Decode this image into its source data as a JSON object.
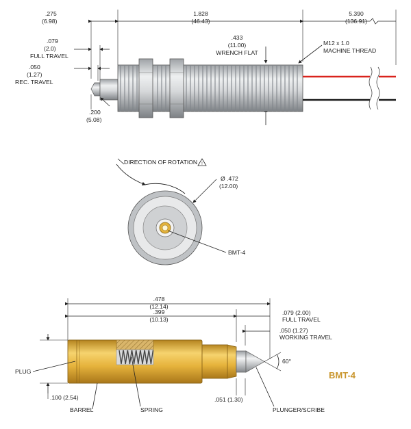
{
  "top_view": {
    "dim_275": ".275",
    "dim_275_mm": "(6.98)",
    "dim_1828": "1.828",
    "dim_1828_mm": "(46.43)",
    "dim_5390": "5.390",
    "dim_5390_mm": "(136.91)",
    "dim_079": ".079",
    "dim_079_mm": "(2.0)",
    "full_travel": "FULL TRAVEL",
    "dim_050": ".050",
    "dim_050_mm": "(1.27)",
    "rec_travel": "REC. TRAVEL",
    "dim_433": ".433",
    "dim_433_mm": "(11.00)",
    "wrench_flat": "WRENCH FLAT",
    "thread": "M12 x 1.0",
    "machine_thread": "MACHINE THREAD",
    "dim_200": ".200",
    "dim_200_mm": "(5.08)"
  },
  "end_view": {
    "direction": "DIRECTION OF ROTATION",
    "warning_glyph": "!",
    "diameter": "Ø .472",
    "diameter_mm": "(12.00)",
    "label": "BMT-4"
  },
  "bottom_view": {
    "dim_478": ".478",
    "dim_478_mm": "(12.14)",
    "dim_399": ".399",
    "dim_399_mm": "(10.13)",
    "full_travel": ".079 (2.00)",
    "full_travel_label": "FULL TRAVEL",
    "working_travel": ".050 (1.27)",
    "working_travel_label": "WORKING TRAVEL",
    "angle": "60°",
    "title": "BMT-4",
    "plug": "PLUG",
    "dim_100": ".100 (2.54)",
    "barrel": "BARREL",
    "spring": "SPRING",
    "dim_051": ".051 (1.30)",
    "plunger": "PLUNGER/SCRIBE"
  },
  "colors": {
    "red_wire": "#d9231c",
    "black_wire": "#1a1a1a",
    "gold": "#e3b23c",
    "title": "#c9952c",
    "steel": "#d4d6d8"
  }
}
